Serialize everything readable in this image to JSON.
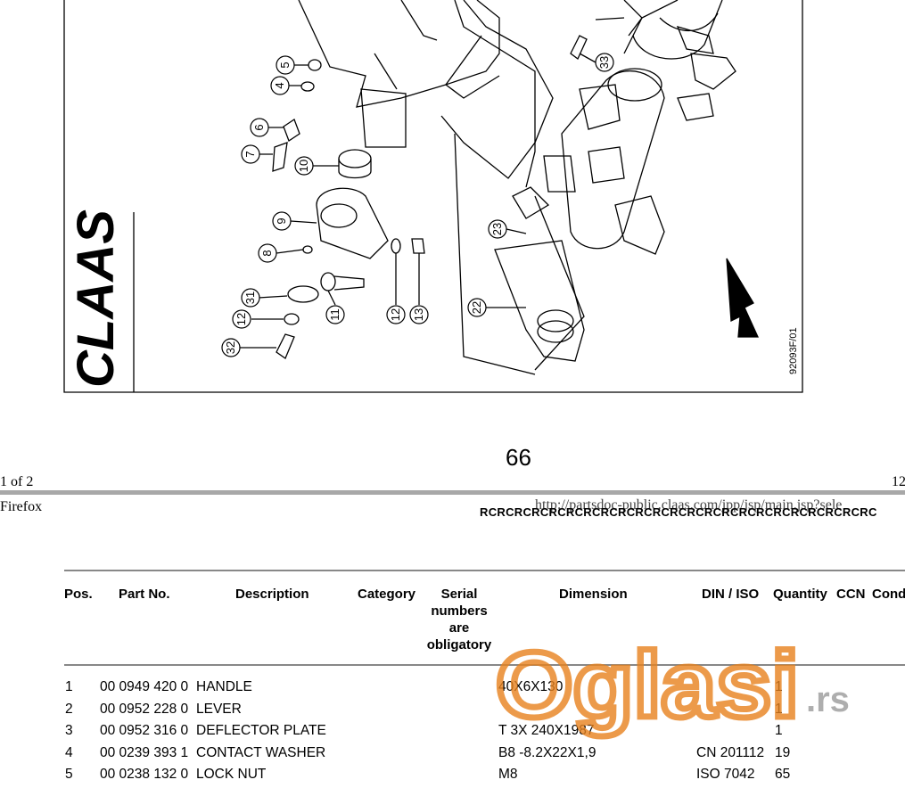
{
  "drawing": {
    "brand": "CLAAS",
    "figure_code": "92093F/01",
    "callouts": [
      "5",
      "4",
      "6",
      "7",
      "10",
      "9",
      "8",
      "31",
      "12",
      "32",
      "11",
      "12",
      "13",
      "23",
      "22",
      "33"
    ]
  },
  "page": {
    "number": "66",
    "print_left": "1 of 2",
    "print_right": "12",
    "browser_label": "Firefox",
    "url": "http://partsdoc-public.claas.com/jpp/jsp/main.jsp?sele",
    "rc_strip": "RCRCRCRCRCRCRCRCRCRCRCRCRCRCRCRCRCRCRCRCRCRCRC"
  },
  "table": {
    "headers": {
      "pos": "Pos.",
      "part": "Part No.",
      "desc": "Description",
      "cat": "Category",
      "serial": [
        "Serial",
        "numbers",
        "are",
        "obligatory"
      ],
      "dim": "Dimension",
      "din": "DIN / ISO",
      "qty": "Quantity",
      "ccn": "CCN",
      "cond": "Cond"
    },
    "rows": [
      {
        "pos": "1",
        "part": "00 0949 420 0",
        "desc": "HANDLE",
        "dim": "40X6X130",
        "din": "",
        "qty": "1"
      },
      {
        "pos": "2",
        "part": "00 0952 228 0",
        "desc": "LEVER",
        "dim": "",
        "din": "",
        "qty": "1"
      },
      {
        "pos": "3",
        "part": "00 0952 316 0",
        "desc": "DEFLECTOR PLATE",
        "dim": "T 3X 240X1987",
        "din": "",
        "qty": "1"
      },
      {
        "pos": "4",
        "part": "00 0239 393 1",
        "desc": "CONTACT WASHER",
        "dim": "B8 -8.2X22X1,9",
        "din": "CN 201112",
        "qty": "19"
      },
      {
        "pos": "5",
        "part": "00 0238 132 0",
        "desc": "LOCK NUT",
        "dim": "M8",
        "din": "ISO 7042",
        "qty": "65"
      }
    ]
  },
  "watermark": {
    "text": "Oglasi",
    "suffix": ".rs",
    "color": "#e8821e"
  }
}
